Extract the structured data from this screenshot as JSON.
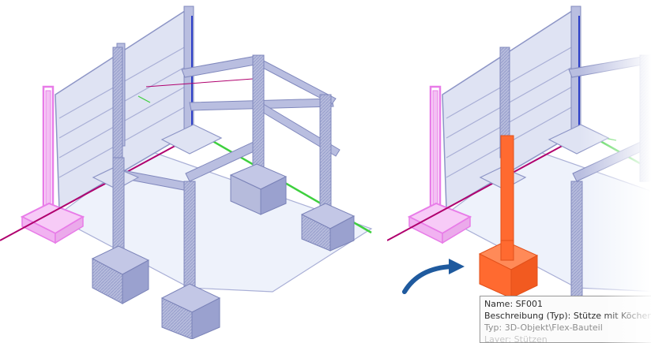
{
  "tooltip": {
    "name": "Name: SF001",
    "description": "Beschreibung (Typ): Stütze mit Köcherfundament",
    "type": "Typ: 3D-Objekt\\Flex-Bauteil",
    "extra": "Layer: Stützen"
  },
  "colors": {
    "structure": "#a9afd6",
    "structure_stroke": "#8088bd",
    "highlight_magenta": "#e87ce8",
    "selected_orange": "#ff6a30",
    "axis_red": "#b0006e",
    "axis_green": "#3ed03e",
    "axis_blue": "#2d3fc8",
    "arrow_blue": "#1f5a9e"
  },
  "icons": [
    "curved-arrow-icon"
  ]
}
